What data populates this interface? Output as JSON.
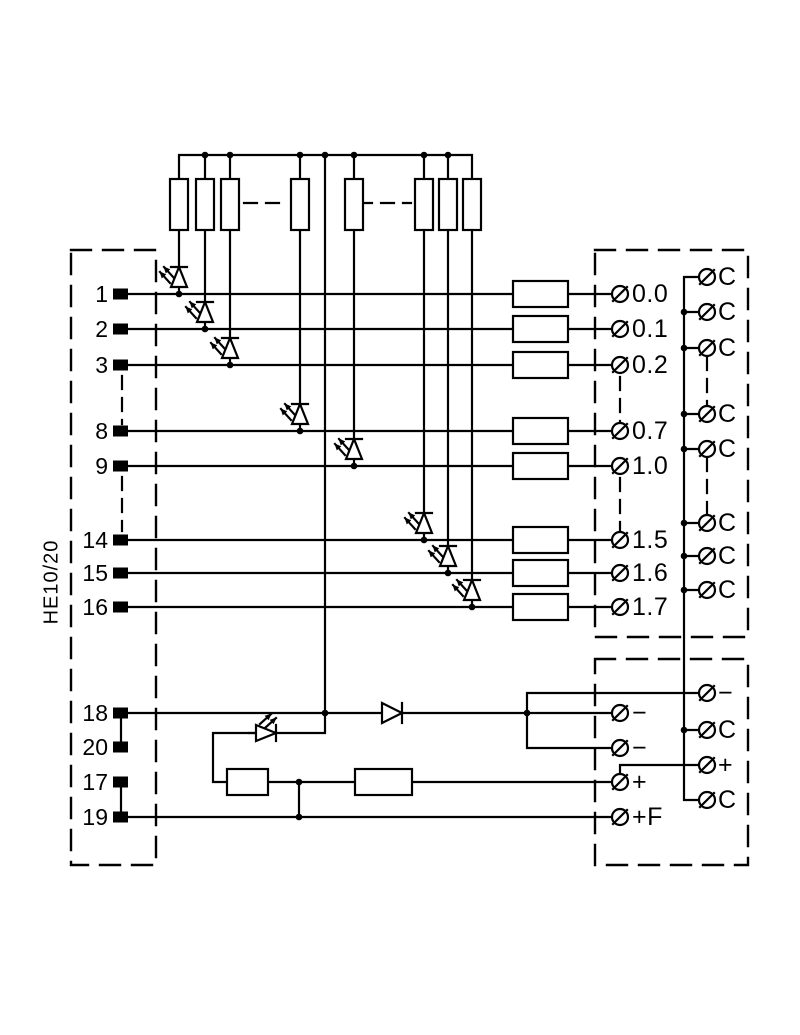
{
  "connector": {
    "label": "HE10/20"
  },
  "rows": [
    {
      "pin": "1",
      "input": "0.0"
    },
    {
      "pin": "2",
      "input": "0.1"
    },
    {
      "pin": "3",
      "input": "0.2"
    },
    {
      "pin": "8",
      "input": "0.7"
    },
    {
      "pin": "9",
      "input": "1.0"
    },
    {
      "pin": "14",
      "input": "1.5"
    },
    {
      "pin": "15",
      "input": "1.6"
    },
    {
      "pin": "16",
      "input": "1.7"
    }
  ],
  "pins_bottom": [
    "18",
    "20",
    "17",
    "19"
  ],
  "common_terminals": [
    "C",
    "C",
    "C",
    "C",
    "C",
    "C",
    "C",
    "C"
  ],
  "power_middle": [
    "−",
    "−",
    "+",
    "+F"
  ],
  "power_right": [
    "−",
    "C",
    "+",
    "C"
  ],
  "colors": {
    "line": "#000000",
    "background": "#ffffff"
  }
}
